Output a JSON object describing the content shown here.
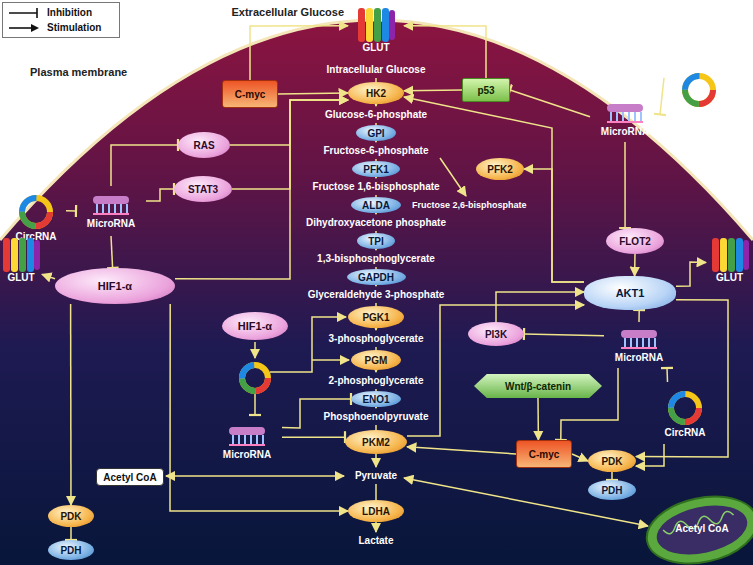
{
  "diagram": {
    "nodes": [
      {
        "text": [
          "GLUT"
        ]
      },
      {
        "text": [
          "C-myc"
        ]
      },
      {
        "text": [
          "HK2"
        ]
      },
      {
        "text": [
          "p53"
        ]
      },
      {
        "text": [
          "CircRNA"
        ]
      },
      {
        "text": [
          "MicroRNA"
        ]
      },
      {
        "text": [
          "RAS"
        ]
      },
      {
        "text": [
          "STAT3"
        ]
      },
      {
        "text": [
          "GPI"
        ]
      },
      {
        "text": [
          "PFK1"
        ]
      },
      {
        "text": [
          "PFK2"
        ]
      },
      {
        "text": [
          "CircRNA"
        ]
      },
      {
        "text": [
          "MicroRNA"
        ]
      },
      {
        "text": [
          "GLUT"
        ]
      },
      {
        "text": [
          "HIF1-α"
        ]
      },
      {
        "text": [
          "FLOT2"
        ]
      },
      {
        "text": [
          "GLUT"
        ]
      },
      {
        "text": [
          "ALDA"
        ]
      },
      {
        "text": [
          "TPI"
        ]
      },
      {
        "text": [
          "AKT1"
        ]
      },
      {
        "text": [
          "GAPDH"
        ]
      },
      {
        "text": [
          "HIF1-α"
        ]
      },
      {
        "text": [
          "PI3K"
        ]
      },
      {
        "text": [
          "PGK1"
        ]
      },
      {
        "text": [
          "MicroRNA"
        ]
      },
      {
        "text": [
          "PGM"
        ]
      },
      {
        "text": [
          "Wnt/β-catenin"
        ]
      },
      {
        "text": [
          "CircRNA"
        ]
      },
      {
        "text": [
          "ENO1"
        ]
      },
      {
        "text": [
          "C-myc"
        ]
      },
      {
        "text": [
          "PKM2"
        ]
      },
      {
        "text": [
          "PDK"
        ]
      },
      {
        "text": [
          "Acetyl CoA"
        ]
      },
      {
        "text": [
          "PDH"
        ]
      },
      {
        "text": [
          "MicroRNA"
        ]
      },
      {
        "text": [
          "PDK"
        ]
      },
      {
        "text": [
          "LDHA"
        ]
      },
      {
        "text": [
          "PDH"
        ]
      }
    ],
    "edges": [
      {
        "from": 1,
        "to": 0,
        "arrow": "to"
      },
      {
        "from": 1,
        "to": 2,
        "arrow": "to"
      },
      {
        "from": 3,
        "to": 0,
        "arrow": "to"
      },
      {
        "from": 3,
        "to": 2,
        "arrow": "to"
      },
      {
        "from": 4,
        "to": 5,
        "arrow": "to"
      },
      {
        "from": 5,
        "to": 3,
        "arrow": "to"
      },
      {
        "from": 5,
        "to": 15,
        "arrow": "to"
      },
      {
        "from": 15,
        "to": 19,
        "arrow": "to"
      },
      {
        "from": 11,
        "to": 12,
        "arrow": "to"
      },
      {
        "from": 12,
        "to": 6,
        "arrow": "to"
      },
      {
        "from": 12,
        "to": 7,
        "arrow": "to"
      },
      {
        "from": 12,
        "to": 14,
        "arrow": "to"
      },
      {
        "from": 6,
        "to": 2,
        "arrow": "to"
      },
      {
        "from": 7,
        "to": 2,
        "arrow": "to"
      },
      {
        "from": 14,
        "to": 2,
        "arrow": "to"
      },
      {
        "from": 14,
        "to": 13,
        "arrow": "to"
      },
      {
        "from": 19,
        "to": 2,
        "arrow": "to"
      },
      {
        "from": 19,
        "to": 10,
        "arrow": "to"
      },
      {
        "from": 19,
        "to": 16,
        "arrow": "to"
      },
      {
        "from": 19,
        "to": 31,
        "arrow": "to"
      },
      {
        "from": 30,
        "to": 19,
        "arrow": "to"
      },
      {
        "from": 24,
        "to": 19,
        "arrow": "to"
      },
      {
        "from": 24,
        "to": 22,
        "arrow": "to"
      },
      {
        "from": 22,
        "to": 19,
        "arrow": "to"
      },
      {
        "from": 24,
        "to": 29,
        "arrow": "to"
      },
      {
        "from": 27,
        "to": 24,
        "arrow": "to"
      },
      {
        "from": 27,
        "to": 31,
        "arrow": "to"
      },
      {
        "from": 26,
        "to": 29,
        "arrow": "to"
      },
      {
        "from": 29,
        "to": 30,
        "arrow": "to"
      },
      {
        "from": 29,
        "to": 31,
        "arrow": "to"
      },
      {
        "from": 31,
        "to": 33,
        "arrow": "to"
      },
      {
        "from": 34,
        "to": 30,
        "arrow": "to"
      },
      {
        "from": 34,
        "to": 28,
        "arrow": "to"
      },
      {
        "from": 14,
        "to": 35,
        "arrow": "to"
      },
      {
        "from": 35,
        "to": 37,
        "arrow": "to"
      },
      {
        "from": 14,
        "to": 36,
        "arrow": "to"
      }
    ],
    "labels": [
      "Extracellular Glucose",
      "Plasma membrane",
      "Intracellular Glucose",
      "Glucose-6-phosphate",
      "Fructose-6-phosphate",
      "Fructose 1,6-bisphosphate",
      "Fructose 2,6-bisphosphate",
      "Dihydroxyacetone phosphate",
      "1,3-bisphosphoglycerate",
      "Glyceraldehyde 3-phosphate",
      "3-phosphoglycerate",
      "2-phosphoglycerate",
      "Phosphoenolpyruvate",
      "Pyruvate",
      "Lactate",
      "Acetyl CoA"
    ],
    "legend": [
      {
        "text": "Inhibition"
      },
      {
        "text": "Stimulation"
      }
    ]
  }
}
